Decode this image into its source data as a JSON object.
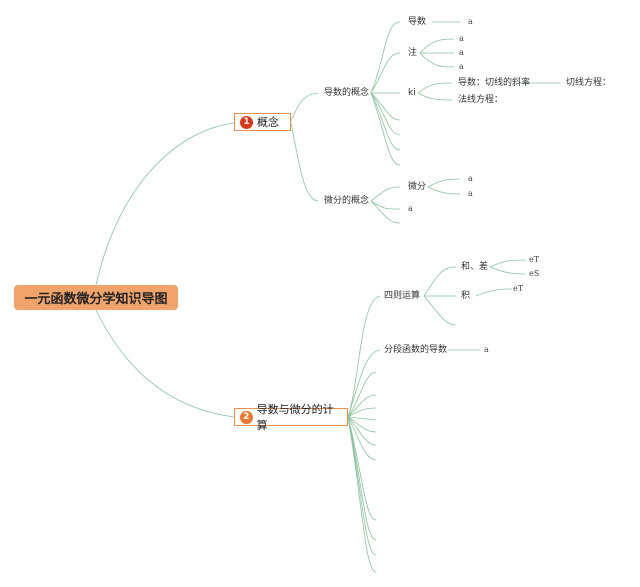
{
  "colors": {
    "line": "#8cc1a0",
    "branch_border": "#e6914f",
    "root_fill": "#f0a46b",
    "badge1": "#d9381e",
    "badge2": "#e8782f"
  },
  "root": {
    "title": "一元函数微分学知识导图"
  },
  "branch1": {
    "number": "1",
    "label": "概念",
    "sub1": {
      "label": "导数的概念",
      "item_daoshu": "导数",
      "item_daoshu_leaf": "a",
      "item_zhu": "注",
      "item_zhu_leaves": [
        "a",
        "a",
        "a"
      ],
      "item_ki": "ki",
      "ki_line1": "导数：切线的斜率",
      "ki_line1_tail": "切线方程：",
      "ki_line2": "法线方程："
    },
    "sub2": {
      "label": "微分的概念",
      "item_weifen": "微分",
      "weifen_leaves": [
        "a",
        "a"
      ],
      "item_a": "a"
    }
  },
  "branch2": {
    "number": "2",
    "label": "导数与微分的计算",
    "sub1": {
      "label": "四则运算",
      "he_cha": "和、差",
      "he_cha_leaves": [
        "eT",
        "eS"
      ],
      "ji": "积",
      "ji_leaf": "eT"
    },
    "sub2": {
      "label": "分段函数的导数",
      "leaf": "a"
    }
  }
}
